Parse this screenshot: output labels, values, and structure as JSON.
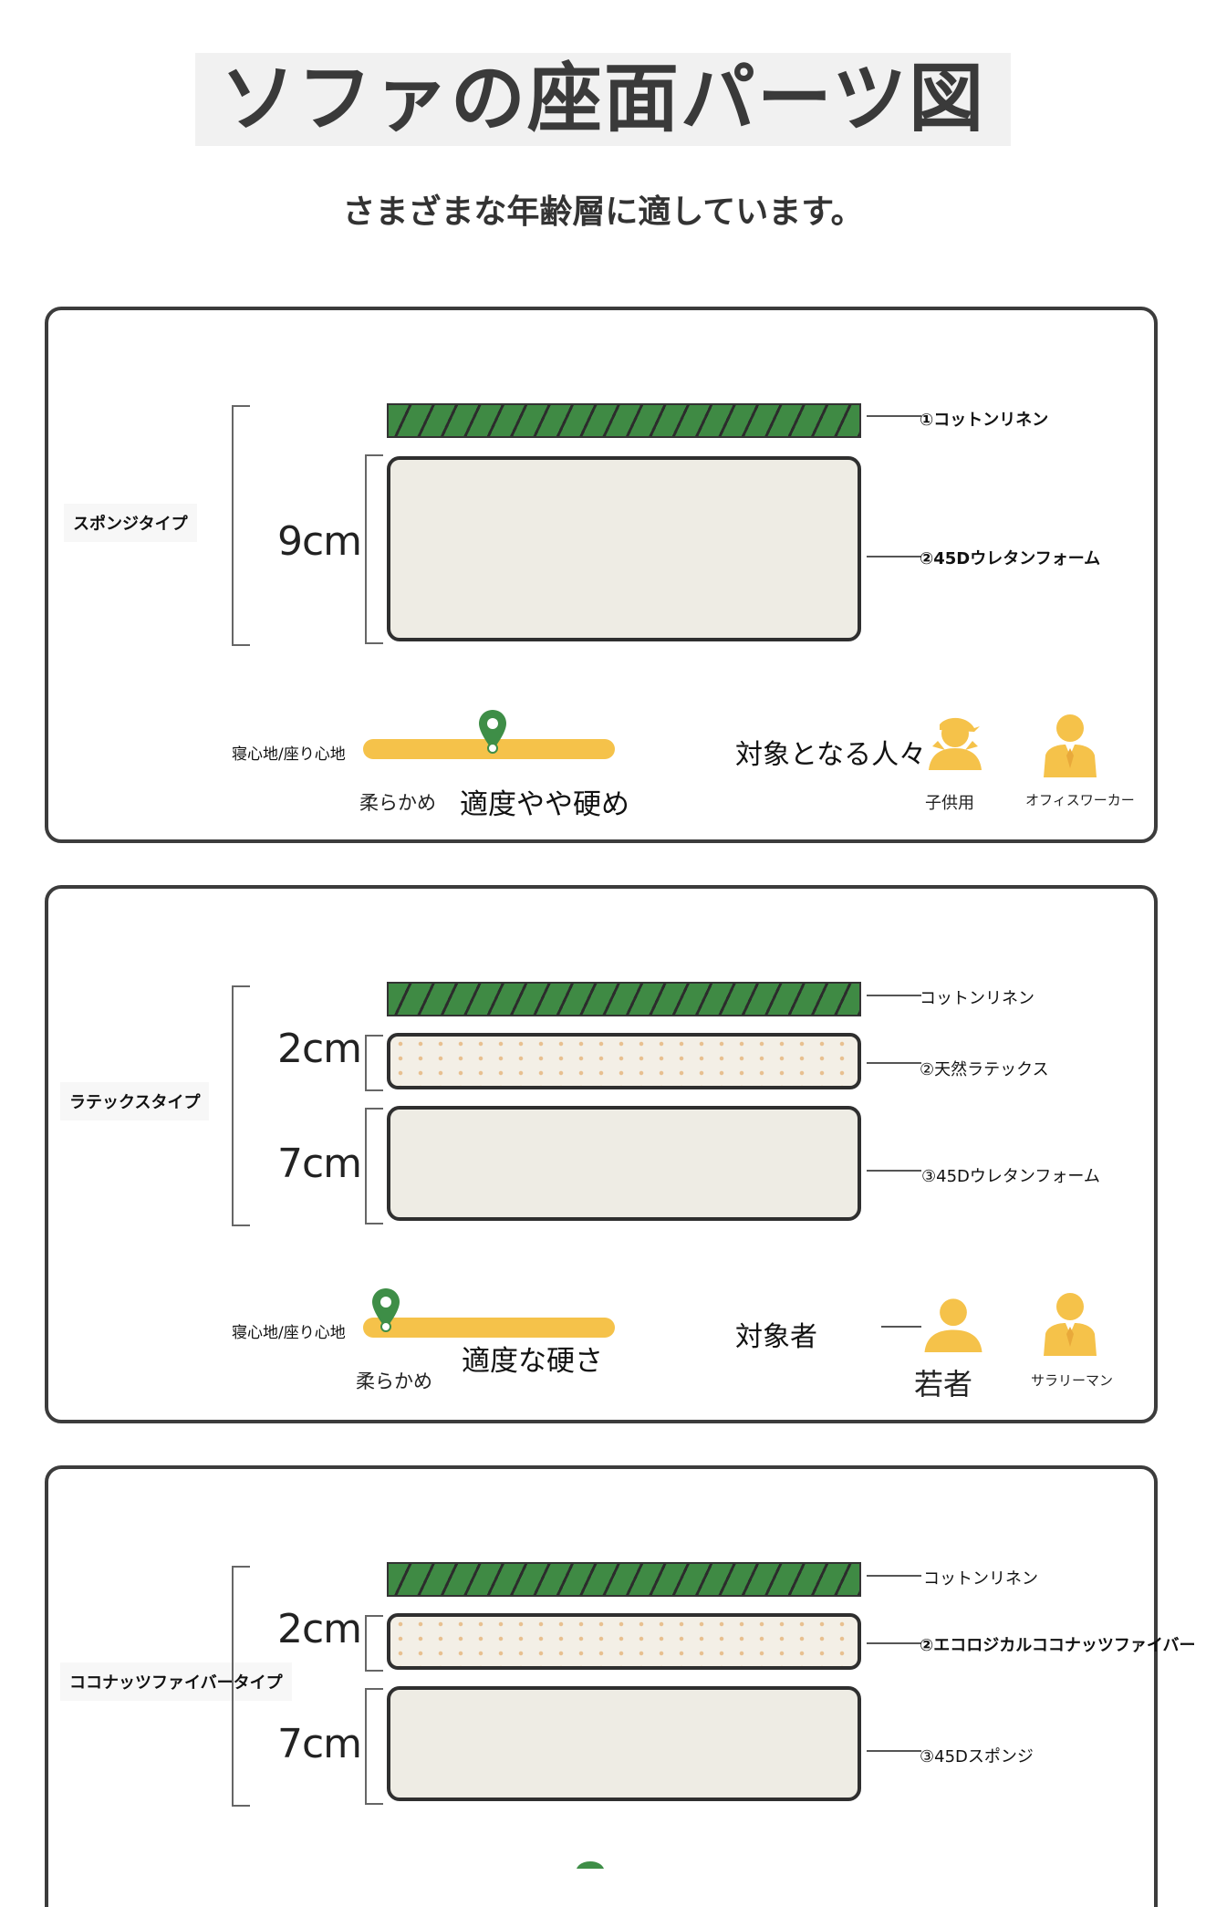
{
  "header": {
    "title": "ソファの座面パーツ図",
    "subtitle": "さまざまな年齢層に適しています。"
  },
  "colors": {
    "cover_green": "#3f8a44",
    "slider_yellow": "#f5c24a",
    "pin_green": "#3e8e47",
    "person_yellow": "#f5c24a"
  },
  "panels": [
    {
      "type_label": "スポンジタイプ",
      "dims": [
        "9cm"
      ],
      "layers": [
        "①コットンリネン",
        "②45Dウレタンフォーム"
      ],
      "comfort_label": "寝心地/座り心地",
      "soft_label": "柔らかめ",
      "firmness_label": "適度やや硬め",
      "firmness_level": 0.5,
      "target_label": "対象となる人々",
      "targets": [
        "子供用",
        "オフィスワーカー"
      ]
    },
    {
      "type_label": "ラテックスタイプ",
      "dims": [
        "2cm",
        "7cm"
      ],
      "layers": [
        "コットンリネン",
        "②天然ラテックス",
        "③45Dウレタンフォーム"
      ],
      "comfort_label": "寝心地/座り心地",
      "soft_label": "柔らかめ",
      "firmness_label": "適度な硬さ",
      "firmness_level": 0.1,
      "target_label": "対象者",
      "targets": [
        "若者",
        "サラリーマン"
      ]
    },
    {
      "type_label": "ココナッツファイバータイプ",
      "dims": [
        "2cm",
        "7cm"
      ],
      "layers": [
        "コットンリネン",
        "②エコロジカルココナッツファイバー",
        "③45Dスポンジ"
      ]
    }
  ]
}
